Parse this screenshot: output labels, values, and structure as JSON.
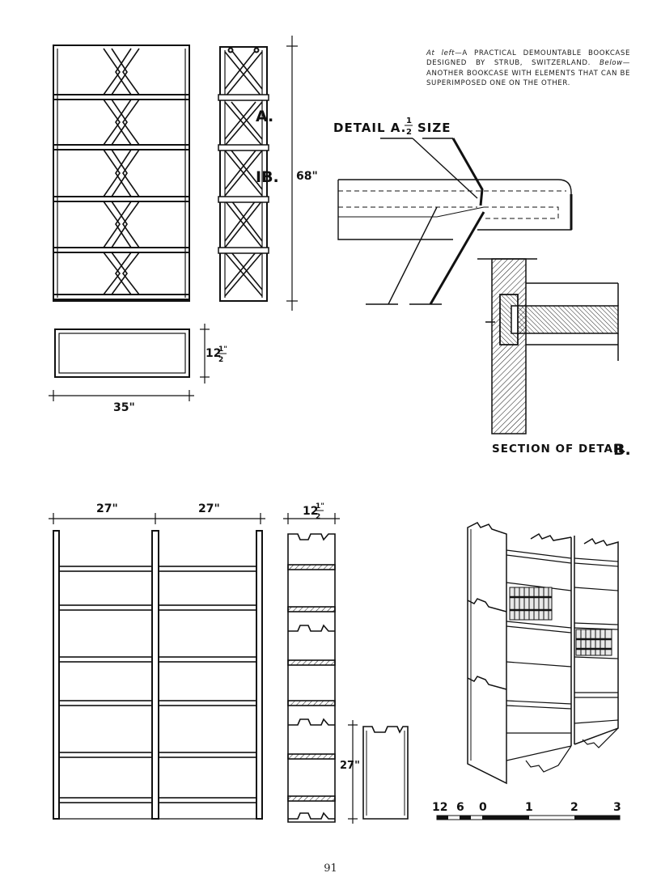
{
  "caption": {
    "lead": "At left",
    "text1": "—A PRACTICAL DEMOUNTABLE BOOKCASE DESIGNED BY STRUB, SWITZERLAND. ",
    "lead2": "Below",
    "text2": "—ANOTHER BOOKCASE WITH ELEMENTS THAT CAN BE SUPERIMPOSED ONE ON THE OTHER."
  },
  "top_drawing": {
    "label_a": "A.",
    "label_b": "IB.",
    "height_dim": "68\"",
    "depth_dim_whole": "12",
    "depth_dim_frac_num": "1\"",
    "depth_dim_frac_den": "2",
    "width_dim": "35\""
  },
  "detail_a": {
    "title_prefix": "DETAIL A.",
    "frac_num": "1",
    "frac_den": "2",
    "title_suffix": "SIZE"
  },
  "detail_b": {
    "title_prefix": "SECTION OF DETAIL ",
    "title_letter": "B."
  },
  "bottom_drawing": {
    "bay_width_left": "27\"",
    "bay_width_right": "27\"",
    "depth_whole": "12",
    "depth_frac_num": "1\"",
    "depth_frac_den": "2",
    "unit_height": "27\""
  },
  "scale_bar": {
    "labels": [
      "12",
      "6",
      "0",
      "1",
      "2",
      "3"
    ]
  },
  "page_number": "91"
}
